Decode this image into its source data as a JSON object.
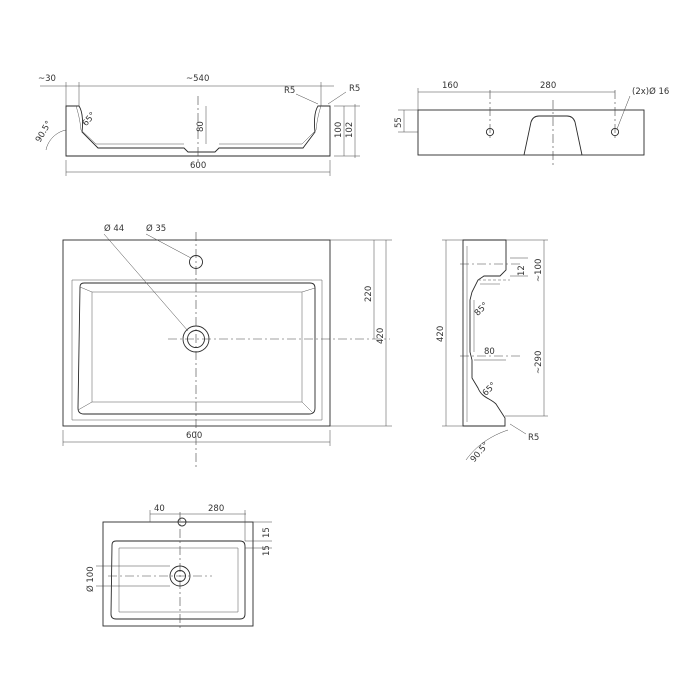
{
  "front_section": {
    "d_30": "~30",
    "d_540": "~540",
    "r5_left": "R5",
    "r5_right": "R5",
    "angle_905": "90.5°",
    "angle_65": "65°",
    "d_80": "80",
    "d_100": "100",
    "d_102": "102",
    "d_600": "600"
  },
  "rear_view": {
    "d_160": "160",
    "d_280": "280",
    "holes": "(2x)Ø 16",
    "d_55": "55"
  },
  "top_view": {
    "drain_dia": "Ø 44",
    "tap_dia": "Ø 35",
    "d_220": "220",
    "d_420": "420",
    "d_600": "600"
  },
  "side_section": {
    "d_420": "420",
    "d_12": "12",
    "d_100": "~100",
    "angle_85": "85°",
    "d_80": "80",
    "d_290": "~290",
    "angle_65": "65°",
    "angle_905": "90.5°",
    "r5": "R5"
  },
  "small_view": {
    "d_40": "40",
    "d_280": "280",
    "d_15a": "15",
    "d_15b": "15",
    "d_100": "Ø 100"
  }
}
